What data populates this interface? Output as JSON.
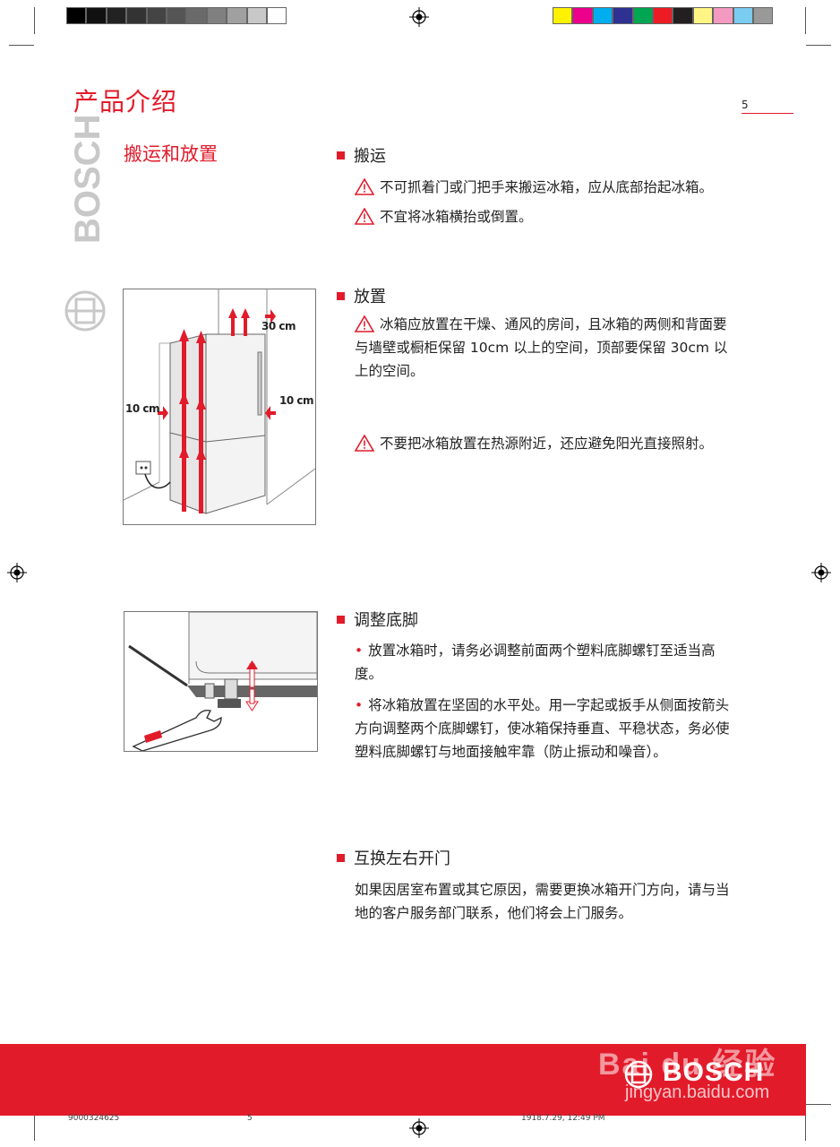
{
  "header": {
    "title": "产品介绍",
    "page_number": "5",
    "grayscale_swatches": [
      "#000000",
      "#111111",
      "#222222",
      "#333333",
      "#444444",
      "#555555",
      "#6a6a6a",
      "#808080",
      "#a0a0a0",
      "#c8c8c8",
      "#ffffff"
    ],
    "color_swatches": [
      "#fff200",
      "#ec008c",
      "#00aeef",
      "#2e3192",
      "#00a651",
      "#ed1c24",
      "#231f20",
      "#fff685",
      "#f49ac1",
      "#7accf0",
      "#999999"
    ]
  },
  "sidebar": {
    "brand": "BOSCH",
    "section_title": "搬运和放置"
  },
  "sections": {
    "transport": {
      "title": "搬运",
      "warnings": [
        "不可抓着门或门把手来搬运冰箱，应从底部抬起冰箱。",
        "不宜将冰箱横抬或倒置。"
      ]
    },
    "placement": {
      "title": "放置",
      "warning1": "冰箱应放置在干燥、通风的房间，且冰箱的两侧和背面要与墙壁或橱柜保留 10cm 以上的空间，顶部要保留 30cm 以上的空间。",
      "warning2": "不要把冰箱放置在热源附近，还应避免阳光直接照射。",
      "figure_labels": {
        "top": "30 cm",
        "left": "10 cm",
        "right": "10 cm"
      }
    },
    "feet": {
      "title": "调整底脚",
      "bullets": [
        "放置冰箱时，请务必调整前面两个塑料底脚螺钉至适当高度。",
        "将冰箱放置在坚固的水平处。用一字起或扳手从侧面按箭头方向调整两个底脚螺钉，使冰箱保持垂直、平稳状态，务必使塑料底脚螺钉与地面接触牢靠（防止振动和噪音）。"
      ]
    },
    "door": {
      "title": "互换左右开门",
      "text": "如果因居室布置或其它原因，需要更换冰箱开门方向，请与当地的客户服务部门联系，他们将会上门服务。"
    }
  },
  "footer": {
    "brand": "BOSCH",
    "watermark_main": "Bai du 经验",
    "watermark_url": "jingyan.baidu.com",
    "doc_code": "9000324625",
    "page": "5",
    "timestamp": "1918.7.29, 12:49 PM"
  },
  "colors": {
    "accent": "#e21b2b",
    "text": "#222222"
  }
}
